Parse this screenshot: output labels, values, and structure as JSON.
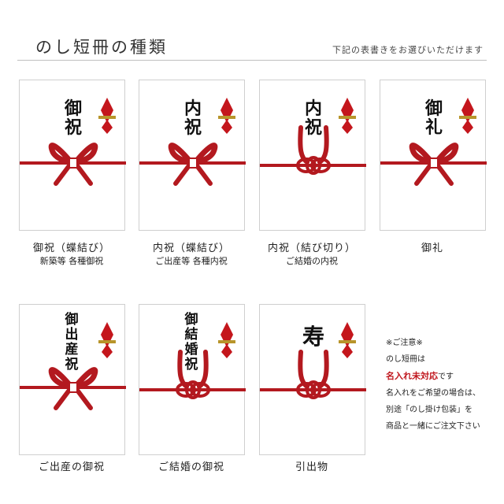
{
  "header": {
    "title": "のし短冊の種類",
    "note": "下記の表書きをお選びいただけます"
  },
  "cards": [
    {
      "omote": [
        "御",
        "祝"
      ],
      "label": "御祝（蝶結び）",
      "sub": "新築等 各種御祝",
      "knot": "bow"
    },
    {
      "omote": [
        "内",
        "祝"
      ],
      "label": "内祝（蝶結び）",
      "sub": "ご出産等 各種内祝",
      "knot": "bow"
    },
    {
      "omote": [
        "内",
        "祝"
      ],
      "label": "内祝（結び切り）",
      "sub": "ご結婚の内祝",
      "knot": "tied"
    },
    {
      "omote": [
        "御",
        "礼"
      ],
      "label": "御礼",
      "sub": "",
      "knot": "bow"
    },
    {
      "omote": [
        "御",
        "出",
        "産",
        "祝"
      ],
      "label": "ご出産の御祝",
      "sub": "",
      "knot": "bow"
    },
    {
      "omote": [
        "御",
        "結",
        "婚",
        "祝"
      ],
      "label": "ご結婚の御祝",
      "sub": "",
      "knot": "tied"
    },
    {
      "omote": [
        "寿"
      ],
      "label": "引出物",
      "sub": "",
      "knot": "tied"
    }
  ],
  "notice": {
    "heading": "※ご注意※",
    "line1": "のし短冊は",
    "emphasis": "名入れ未対応",
    "emphasis_suffix": "です",
    "line3": "名入れをご希望の場合は、",
    "line4": "別途「のし掛け包装」を",
    "line5": "商品と一緒にご注文下さい"
  },
  "colors": {
    "ribbon": "#b3191f",
    "noshi_red": "#c4161c",
    "noshi_gold": "#b8952b",
    "notice_red": "#c0171e"
  }
}
